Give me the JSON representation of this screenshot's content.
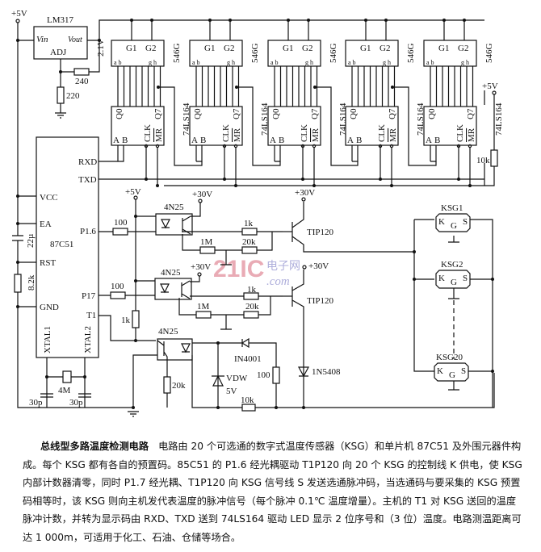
{
  "supply": {
    "v5": "+5V",
    "v30": "+30V",
    "v2_1": "2.1V"
  },
  "regulator": {
    "name": "LM317",
    "vin": "Vin",
    "vout": "Vout",
    "adj": "ADJ",
    "r1": "240",
    "r2": "220"
  },
  "display": {
    "type": "546G",
    "g1": "G1",
    "g2": "G2",
    "seg_first": "a b",
    "seg_last": "g h"
  },
  "shift_register": {
    "type": "74LS164",
    "q0": "Q0",
    "q7": "Q7",
    "a": "A",
    "b": "B",
    "clk": "CLK",
    "mr": "MR"
  },
  "mcu": {
    "name": "87C51",
    "vcc": "VCC",
    "ea": "EA",
    "rst": "RST",
    "gnd": "GND",
    "xtal1": "XTAL1",
    "xtal2": "XTAL2",
    "rxd": "RXD",
    "txd": "TXD",
    "p16": "P1.6",
    "p17": "P17",
    "t1": "T1",
    "cap_rst": "22µ",
    "r_rst": "8.2k",
    "crystal": "4M",
    "cap_x1": "30p",
    "cap_x2": "30p"
  },
  "drivers": [
    {
      "opto": "4N25",
      "r_in": "100",
      "r_base": "1k",
      "r_a": "1M",
      "r_b": "20k",
      "transistor": "TIP120"
    },
    {
      "opto": "4N25",
      "r_in": "100",
      "r_base": "1k",
      "r_a": "1M",
      "r_b": "20k",
      "transistor": "TIP120"
    }
  ],
  "receiver": {
    "opto": "4N25",
    "r_pullup": "1k",
    "r_emitter": "20k",
    "diode": "IN4001",
    "zener": "VDW",
    "zener_v": "5V",
    "r_series": "100",
    "r_10k": "10k",
    "diode2": "1N5408"
  },
  "right": {
    "r_pull": "10k"
  },
  "sensors": [
    {
      "name": "KSG1",
      "k": "K",
      "g": "G",
      "s": "S"
    },
    {
      "name": "KSG2",
      "k": "K",
      "g": "G",
      "s": "S"
    },
    {
      "name": "KSG20",
      "k": "K",
      "g": "G",
      "s": "S"
    }
  ],
  "watermark": {
    "brand": "21IC",
    "cn": "电子网",
    "dom": ".com",
    "color_red": "#e7a3ad",
    "color_blue": "#a6a6d8"
  },
  "caption": {
    "title": "总线型多路温度检测电路",
    "body": "电路由 20 个可选通的数字式温度传感器（KSG）和单片机 87C51 及外围元器件构成。每个 KSG 都有各自的预置码。85C51 的 P1.6 经光耦驱动 T1P120 向 20 个 KSG 的控制线 K 供电，使 KSG 内部计数器清零，同时 P1.7 经光耦、T1P120 向 KSG 信号线 S 发送选通脉冲码，当选通码与要采集的 KSG 预置码相等时，该 KSG 则向主机发代表温度的脉冲信号（每个脉冲 0.1℃ 温度增量）。主机的 T1 对 KSG 送回的温度脉冲计数，并转为显示码由 RXD、TXD 送到 74LS164 驱动 LED 显示 2 位序号和（3 位）温度。电路测温距离可达 1 000m，可适用于化工、石油、仓储等场合。"
  }
}
